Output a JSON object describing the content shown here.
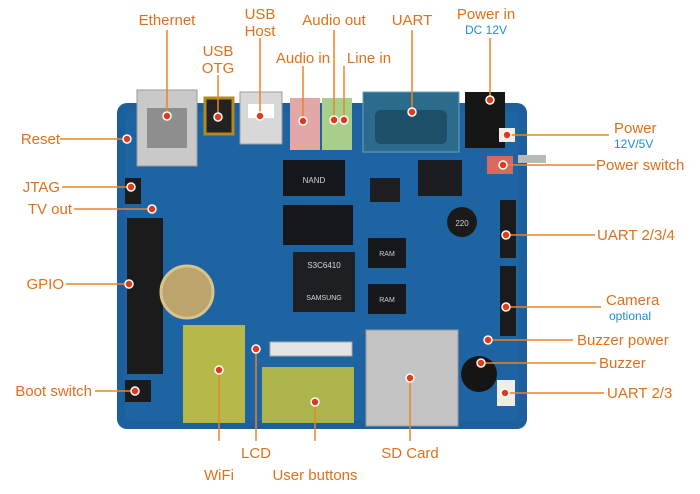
{
  "diagram": {
    "colors": {
      "label": "#e0701c",
      "sublabel": "#1a8fd6",
      "line": "#e8842a",
      "marker": "#e03a1a",
      "board": "#1c5f9c",
      "board_dark": "#12487a"
    },
    "chips": {
      "nand": "NAND",
      "cpu_model": "S3C6410",
      "cpu_brand": "SAMSUNG",
      "ram1": "RAM",
      "ram2": "RAM",
      "inductor": "220"
    },
    "labels": {
      "ethernet": "Ethernet",
      "usb_host": "USB\nHost",
      "audio_out": "Audio out",
      "uart": "UART",
      "power_in": "Power in",
      "power_in_sub": "DC 12V",
      "usb_otg": "USB\nOTG",
      "audio_in": "Audio in",
      "line_in": "Line in",
      "reset": "Reset",
      "power": "Power",
      "power_sub": "12V/5V",
      "power_switch": "Power switch",
      "jtag": "JTAG",
      "tv_out": "TV out",
      "uart_234": "UART 2/3/4",
      "gpio": "GPIO",
      "camera": "Camera",
      "camera_sub": "optional",
      "buzzer_power": "Buzzer power",
      "buzzer": "Buzzer",
      "boot_switch": "Boot switch",
      "uart_23": "UART 2/3",
      "lcd": "LCD",
      "wifi": "WiFi",
      "user_buttons": "User buttons",
      "sd_card": "SD Card"
    }
  }
}
